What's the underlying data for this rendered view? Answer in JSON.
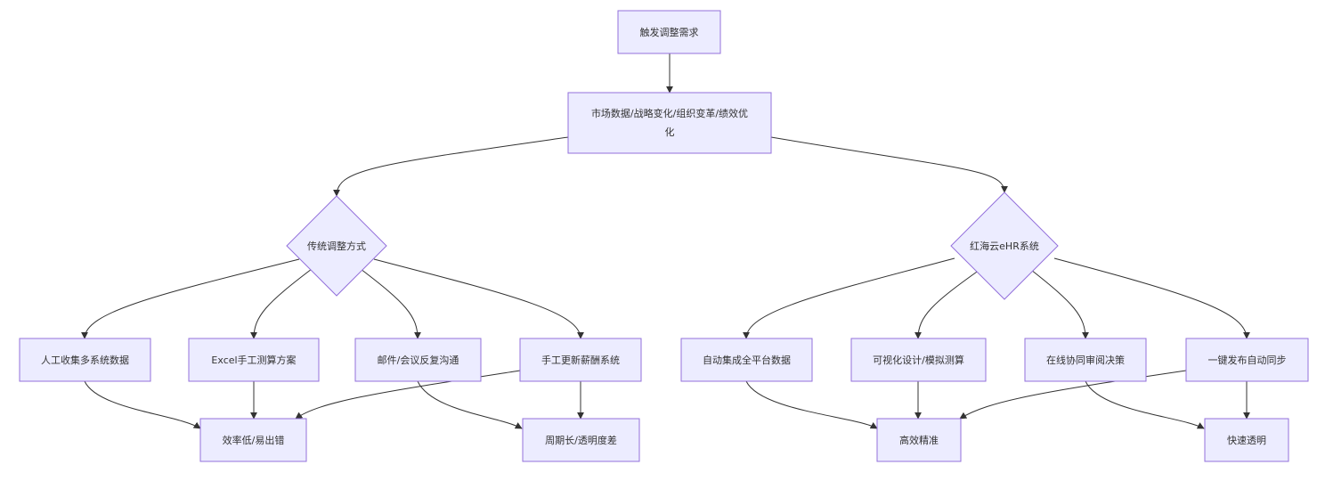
{
  "diagram": {
    "nodes": {
      "trigger": "触发调整需求",
      "causes_line1": "市场数据/战略变化/组织变革/绩效优",
      "causes_line2": "化",
      "traditional": "传统调整方式",
      "hongHai": "红海云eHR系统",
      "t1": "人工收集多系统数据",
      "t2": "Excel手工测算方案",
      "t3": "邮件/会议反复沟通",
      "t4": "手工更新薪酬系统",
      "h1": "自动集成全平台数据",
      "h2": "可视化设计/模拟测算",
      "h3": "在线协同审阅决策",
      "h4": "一键发布自动同步",
      "tr1": "效率低/易出错",
      "tr2": "周期长/透明度差",
      "hr1": "高效精准",
      "hr2": "快速透明"
    },
    "colors": {
      "node_fill": "#ececff",
      "node_stroke": "#9370db",
      "edge": "#333333",
      "text": "#333333"
    }
  }
}
